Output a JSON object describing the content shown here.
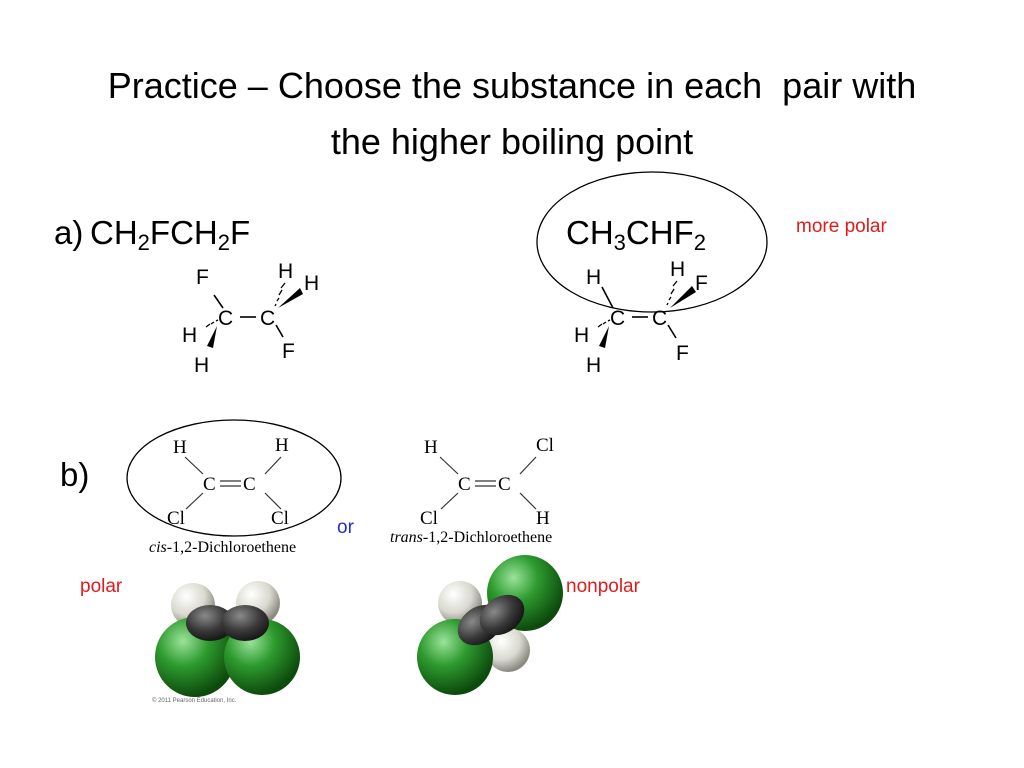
{
  "title": {
    "line1": "Practice – Choose the substance in each  pair with",
    "line2": "the higher boiling point"
  },
  "part_a": {
    "marker": "a)",
    "left_formula": {
      "p1": "CH",
      "s1": "2",
      "p2": "FCH",
      "s2": "2",
      "p3": "F"
    },
    "right_formula": {
      "p1": "CH",
      "s1": "3",
      "p2": "CHF",
      "s2": "2"
    },
    "annotation": "more polar",
    "left_structure": {
      "c": "C",
      "h": "H",
      "f": "F"
    },
    "right_structure": {
      "c": "C",
      "h": "H",
      "f": "F"
    }
  },
  "part_b": {
    "marker": "b)",
    "cis": {
      "h": "H",
      "c": "C",
      "cl": "Cl",
      "caption_italic": "cis",
      "caption_rest": "-1,2-Dichloroethene"
    },
    "trans": {
      "h": "H",
      "c": "C",
      "cl": "Cl",
      "caption_italic": "trans",
      "caption_rest": "-1,2-Dichloroethene"
    },
    "connector": "or",
    "left_label": "polar",
    "right_label": "nonpolar",
    "copyright": "© 2011 Pearson Education, Inc."
  },
  "colors": {
    "annotation_red": "#e01b1b",
    "connector_blue": "#1f2fc7",
    "chlorine_green": "#2e9b2e",
    "carbon_dark": "#3a3a3a",
    "hydrogen_white": "#e8e8e0"
  }
}
